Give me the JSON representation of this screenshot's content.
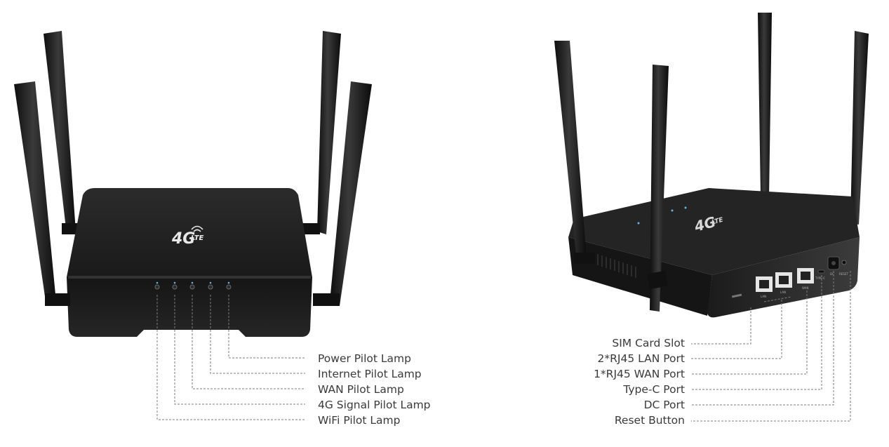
{
  "front": {
    "logo": "4G LTE",
    "callouts": [
      "Power Pilot Lamp",
      "Internet Pilot Lamp",
      "WAN Pilot Lamp",
      "4G Signal Pilot Lamp",
      "WiFi Pilot Lamp"
    ]
  },
  "rear": {
    "logo": "4G LTE",
    "callouts": [
      "SIM Card Slot",
      "2*RJ45 LAN Port",
      "1*RJ45 WAN Port",
      "Type-C Port",
      "DC Port",
      "Reset Button"
    ],
    "port_labels": [
      "LAN",
      "LAN",
      "WAN",
      "TYPE-C",
      "DC",
      "RESET"
    ]
  },
  "colors": {
    "body": "#1c1c1c",
    "antenna": "#161616",
    "led": "#5fb8e8",
    "text": "#3a3a3a"
  }
}
